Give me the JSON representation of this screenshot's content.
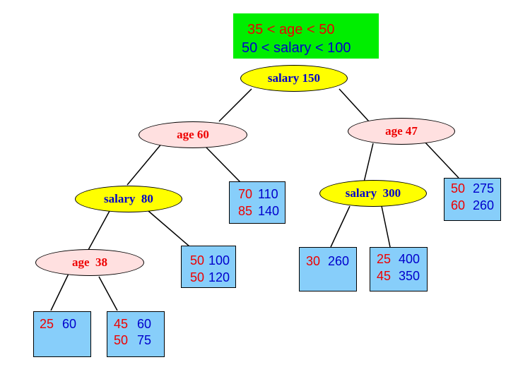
{
  "colors": {
    "age": "#ee0000",
    "salary": "#0000cc",
    "query_bg": "#00ee00",
    "salary_node_bg": "#ffff00",
    "age_node_bg": "#ffe0e0",
    "leaf_bg": "#87cefa"
  },
  "query": {
    "age_range": "35 < age < 50",
    "salary_range": "50 < salary < 100"
  },
  "nodes": {
    "root": "salary 150",
    "age60": "age 60",
    "age47": "age 47",
    "salary80": "salary  80",
    "salary300": "salary  300",
    "age38": "age  38"
  },
  "leaves": [
    {
      "id": "leaf-25-60",
      "rows": [
        {
          "age": "25",
          "salary": "60"
        }
      ]
    },
    {
      "id": "leaf-45-60",
      "rows": [
        {
          "age": "45",
          "salary": "60"
        },
        {
          "age": "50",
          "salary": "75"
        }
      ]
    },
    {
      "id": "leaf-50-100",
      "rows": [
        {
          "age": "50",
          "salary": "100"
        },
        {
          "age": "50",
          "salary": "120"
        }
      ]
    },
    {
      "id": "leaf-70-110",
      "rows": [
        {
          "age": "70",
          "salary": "110"
        },
        {
          "age": "85",
          "salary": "140"
        }
      ]
    },
    {
      "id": "leaf-30-260",
      "rows": [
        {
          "age": "30",
          "salary": "260"
        }
      ]
    },
    {
      "id": "leaf-25-400",
      "rows": [
        {
          "age": "25",
          "salary": "400"
        },
        {
          "age": "45",
          "salary": "350"
        }
      ]
    },
    {
      "id": "leaf-50-275",
      "rows": [
        {
          "age": "50",
          "salary": "275"
        },
        {
          "age": "60",
          "salary": "260"
        }
      ]
    }
  ]
}
